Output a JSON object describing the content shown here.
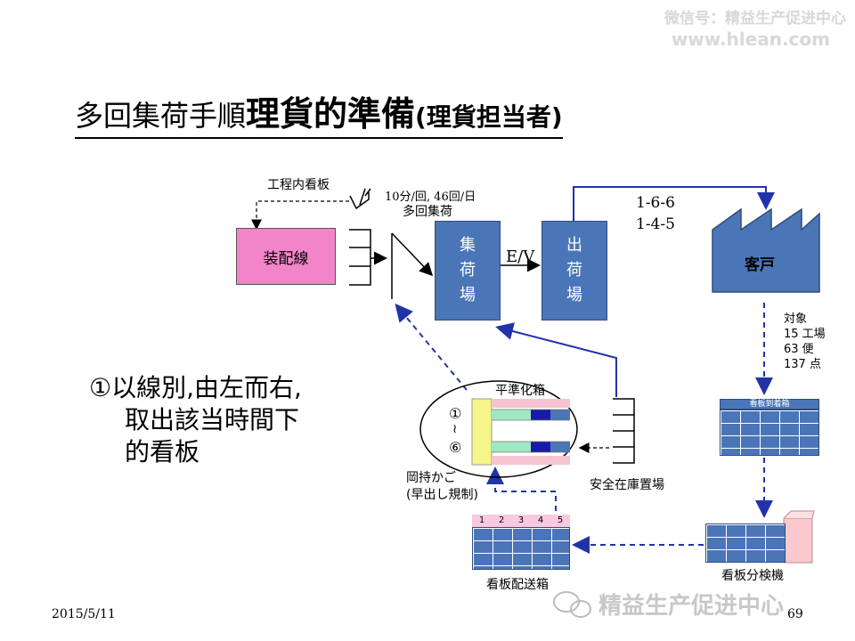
{
  "watermark": {
    "line1": "微信号：精益生产促进中心",
    "line2": "www.hlean.com",
    "bottom": "精益生产促进中心"
  },
  "title": {
    "part1": "多回集荷手順",
    "part2": "理貨的準備",
    "part3": "(理貨担当者)"
  },
  "diagram": {
    "kanban_in_process": "工程内看板",
    "assembly_line": "装配線",
    "frequency_line1": "10分/回,  46回/日",
    "frequency_line2": "多回集荷",
    "collection_area": [
      "集",
      "荷",
      "場"
    ],
    "ev": "E/V",
    "shipping_area": [
      "出",
      "荷",
      "場"
    ],
    "route_line1": "1-6-6",
    "route_line2": "1-4-5",
    "customer": "客戸",
    "target_title": "対象",
    "target_lines": [
      "15 工場",
      "63 便",
      "137 点"
    ],
    "kanban_arrival_box": "看板到着箱",
    "leveling_box": "平準化箱",
    "circle_top": "①",
    "circle_mid": "≀",
    "circle_bottom": "⑥",
    "post_basket_line1": "岡持かご",
    "post_basket_line2": "(早出し規制)",
    "safety_stock": "安全在庫置場",
    "dispatch_box": "看板配送箱",
    "dispatch_numbers": [
      "1",
      "2",
      "3",
      "4",
      "5"
    ],
    "sorter": "看板分検機"
  },
  "instruction": [
    "①以線別,由左而右,",
    "取出該当時間下",
    "的看板"
  ],
  "footer": {
    "date": "2015/5/11",
    "page": "69"
  },
  "colors": {
    "blue": "#4a76b8",
    "pink": "#f285c9",
    "dash": "#2233aa"
  }
}
